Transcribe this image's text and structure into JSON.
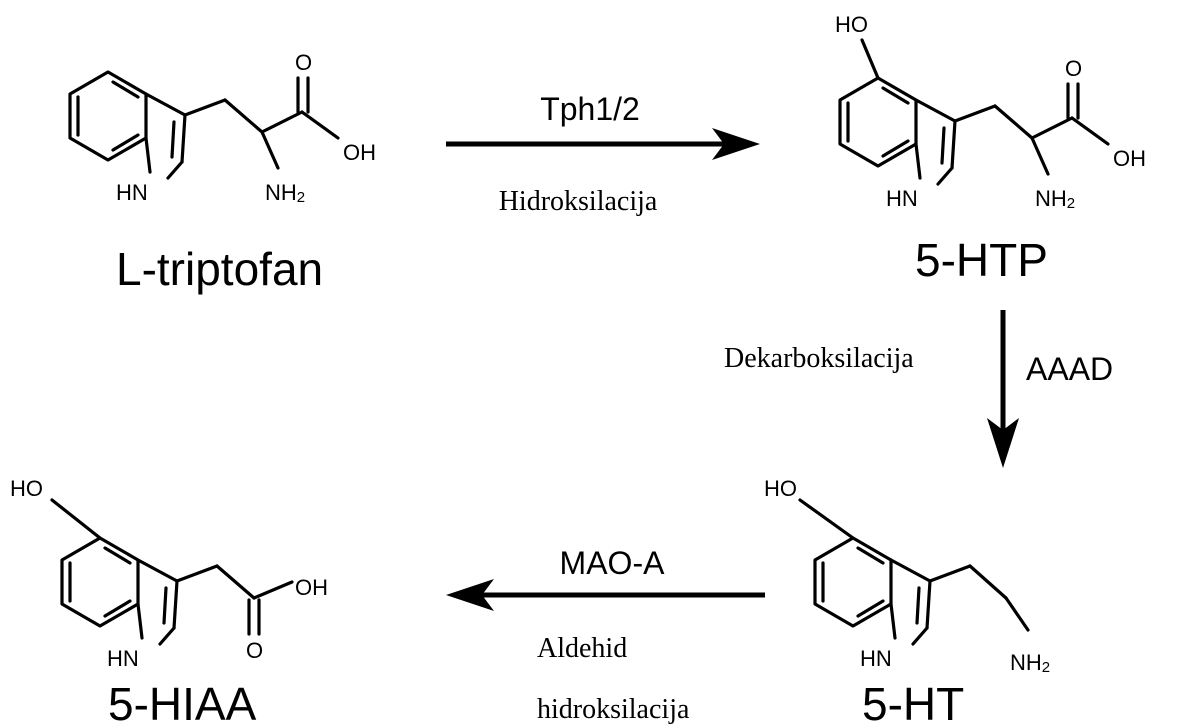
{
  "compounds": {
    "tryptophan": {
      "name": "L-triptofan",
      "labels": {
        "nh": "HN",
        "oxo": "O",
        "oh": "OH",
        "amine": "NH",
        "amine_sub": "2"
      }
    },
    "htp": {
      "name": "5-HTP",
      "labels": {
        "ho": "HO",
        "nh": "HN",
        "oxo": "O",
        "oh": "OH",
        "amine": "NH",
        "amine_sub": "2"
      }
    },
    "ht": {
      "name": "5-HT",
      "labels": {
        "ho": "HO",
        "nh": "HN",
        "amine": "NH",
        "amine_sub": "2"
      }
    },
    "hiaa": {
      "name": "5-HIAA",
      "labels": {
        "ho": "HO",
        "nh": "HN",
        "oh": "OH",
        "oxo": "O"
      }
    }
  },
  "reactions": [
    {
      "enzyme": "Tph1/2",
      "process": [
        "Hidroksilacija"
      ]
    },
    {
      "enzyme": "AAAD",
      "process": [
        "Dekarboksilacija"
      ]
    },
    {
      "enzyme": "MAO-A",
      "process": [
        "Aldehid",
        "hidroksilacija"
      ]
    }
  ]
}
